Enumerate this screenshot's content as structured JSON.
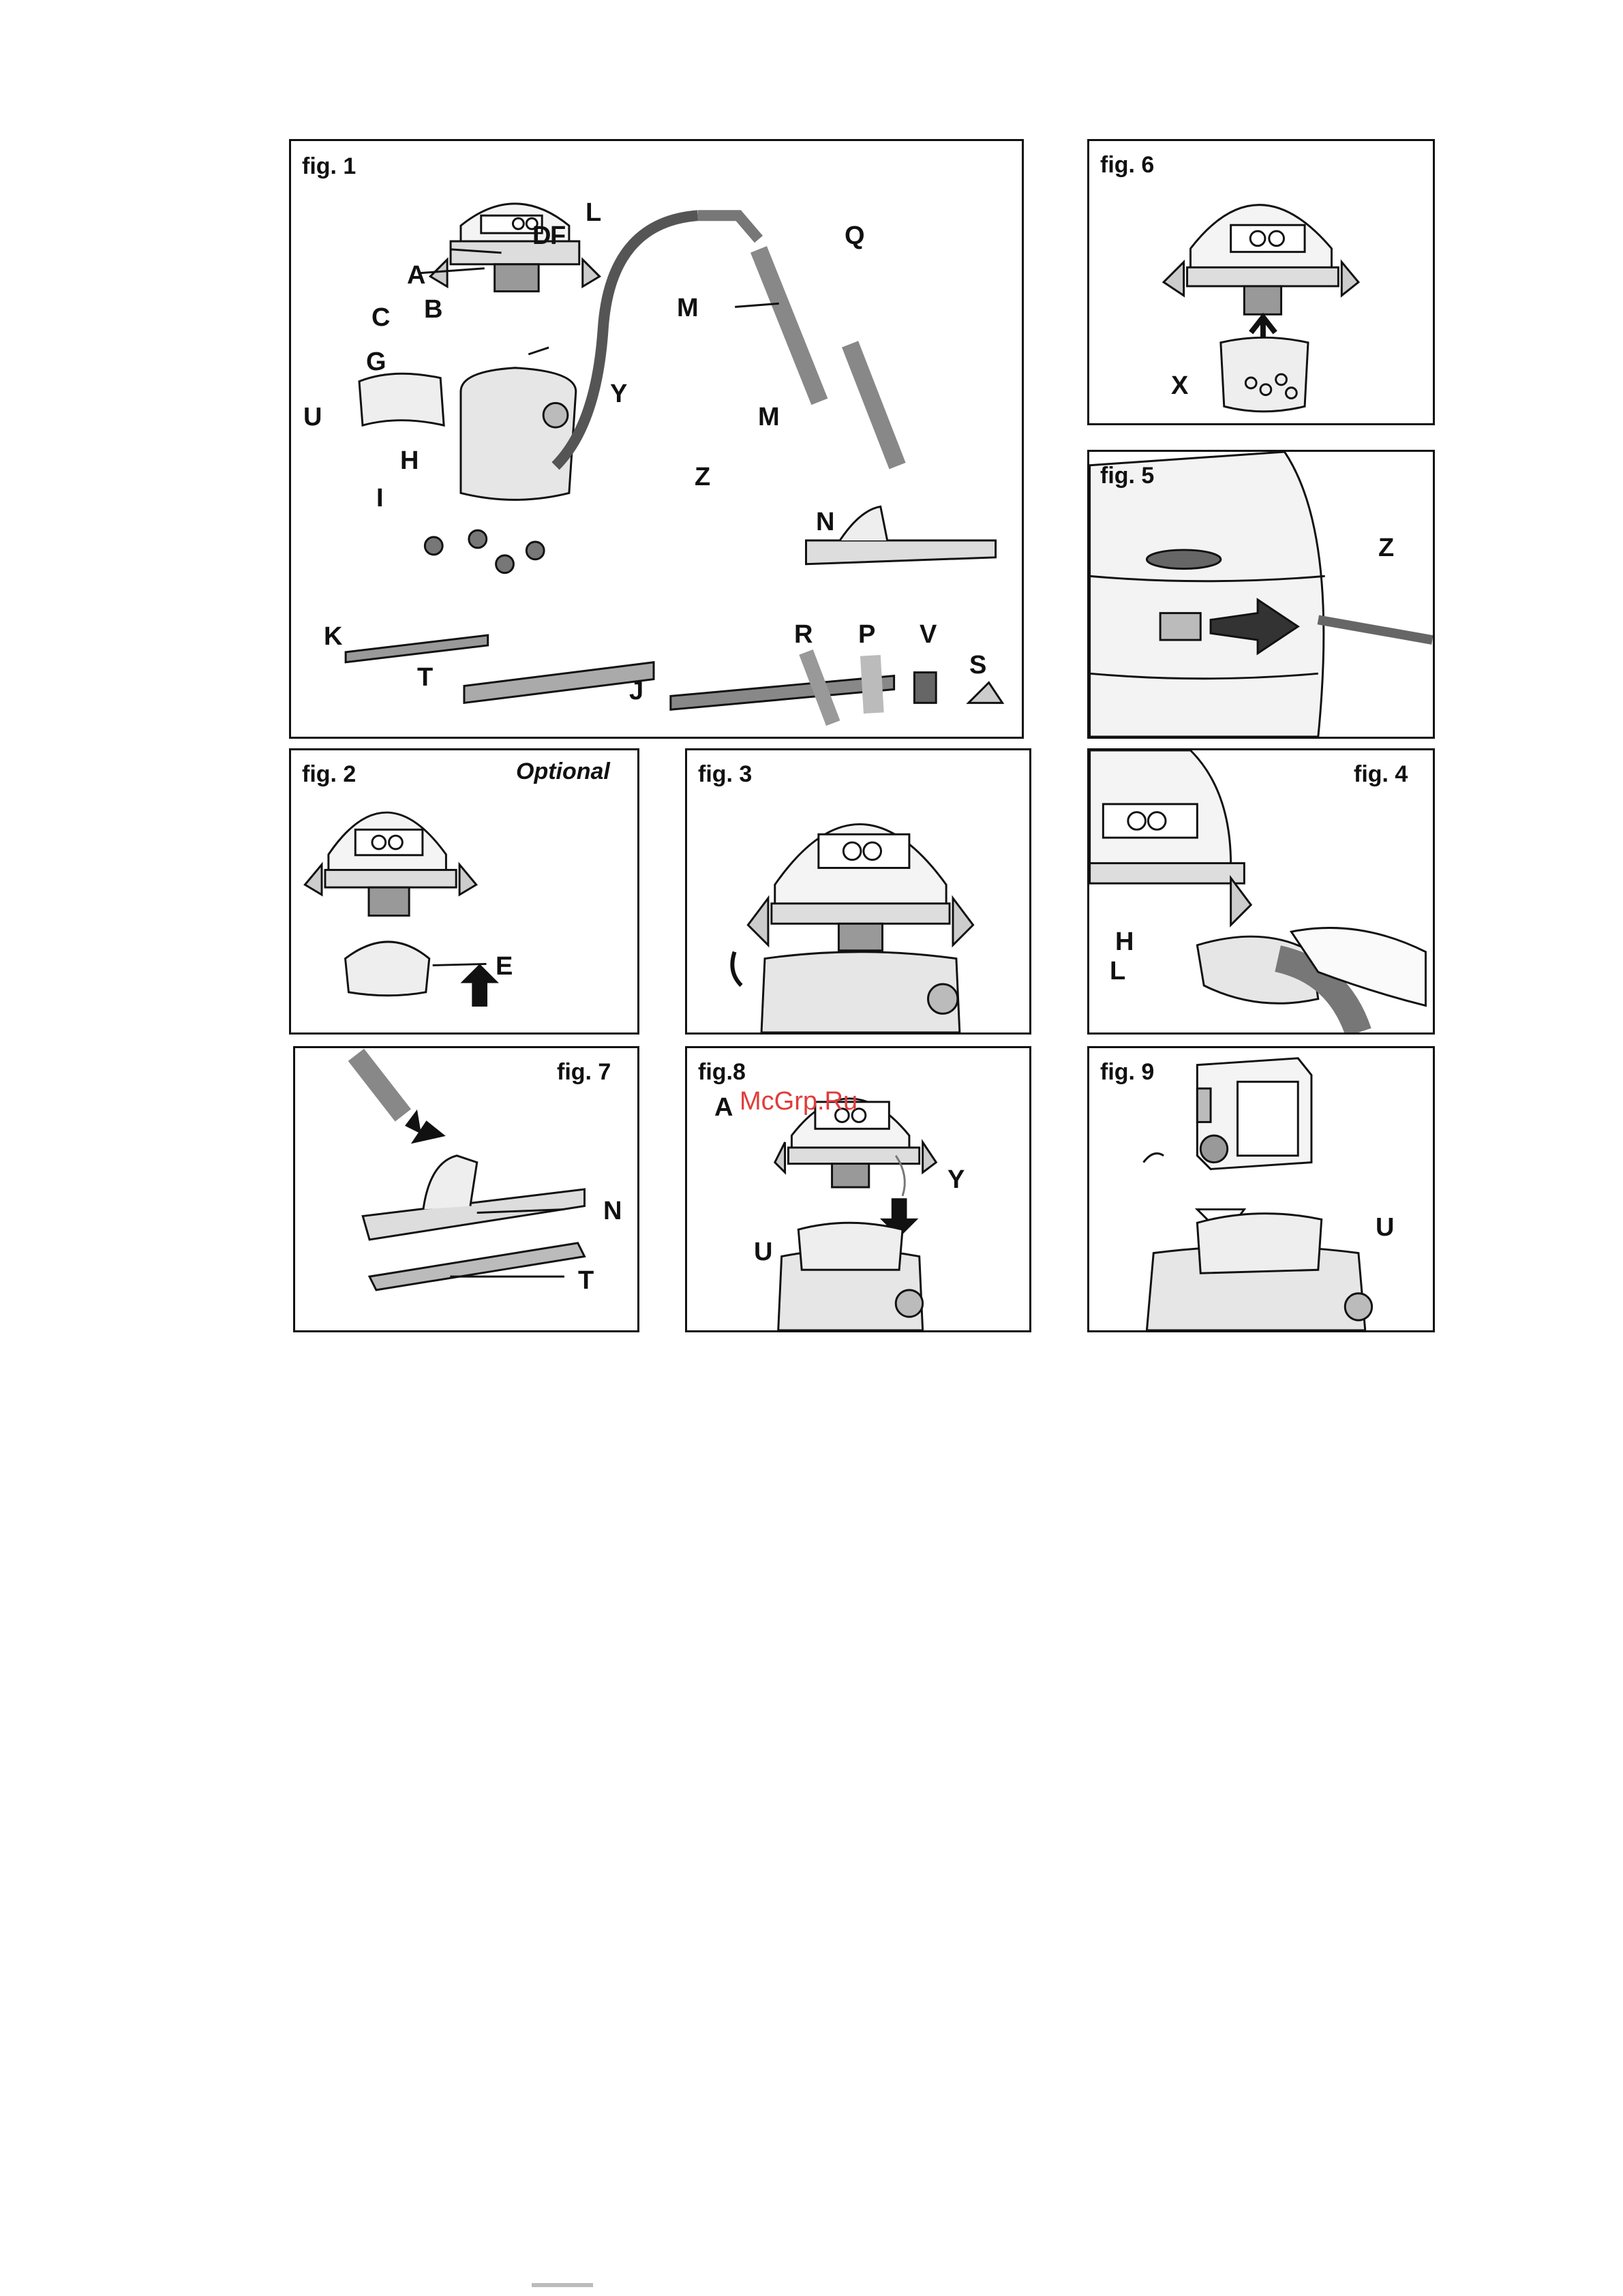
{
  "watermark": "McGrp.Ru",
  "figures": {
    "fig1": {
      "title": "fig. 1",
      "labels": {
        "L": "L",
        "Q": "Q",
        "D": "D",
        "F": "F",
        "A": "A",
        "B": "B",
        "C": "C",
        "G": "G",
        "Y": "Y",
        "M1": "M",
        "M2": "M",
        "U": "U",
        "H": "H",
        "Z": "Z",
        "I": "I",
        "N": "N",
        "K": "K",
        "T": "T",
        "J": "J",
        "R": "R",
        "P": "P",
        "V": "V",
        "S": "S"
      }
    },
    "fig2": {
      "title": "fig. 2",
      "optional": "Optional",
      "labels": {
        "E": "E"
      }
    },
    "fig3": {
      "title": "fig. 3"
    },
    "fig4": {
      "title": "fig. 4",
      "labels": {
        "H": "H",
        "L": "L"
      }
    },
    "fig5": {
      "title": "fig. 5",
      "labels": {
        "Z": "Z"
      }
    },
    "fig6": {
      "title": "fig. 6",
      "labels": {
        "X": "X"
      }
    },
    "fig7": {
      "title": "fig. 7",
      "labels": {
        "N": "N",
        "T": "T"
      }
    },
    "fig8": {
      "title": "fig.8",
      "labels": {
        "A": "A",
        "Y": "Y",
        "U": "U"
      }
    },
    "fig9": {
      "title": "fig. 9",
      "labels": {
        "U": "U"
      }
    }
  }
}
